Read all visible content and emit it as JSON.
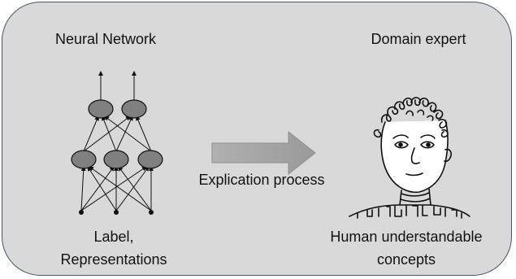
{
  "labels": {
    "neural_network": "Neural Network",
    "domain_expert": "Domain expert",
    "process": "Explication process",
    "label_line1": "Label,",
    "label_line2": "Representations",
    "human_line1": "Human understandable",
    "human_line2": "concepts"
  },
  "colors": {
    "panel_fill": "#d9d9d9",
    "panel_border": "#44546a",
    "node_fill": "#808080",
    "arrow_fill": "#a6a6a6"
  }
}
